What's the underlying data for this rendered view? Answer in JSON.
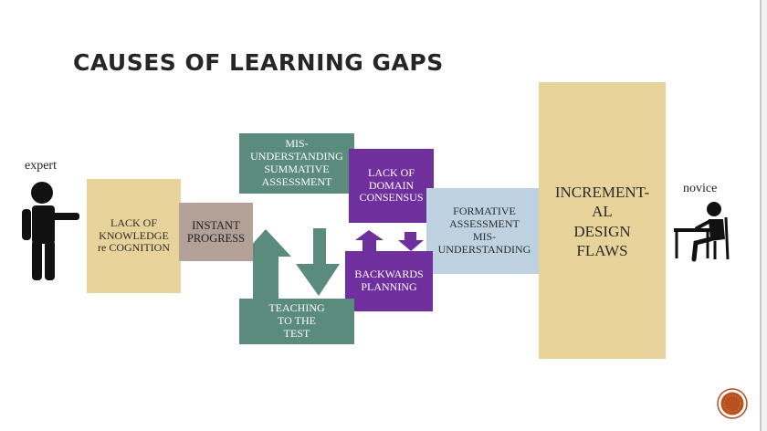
{
  "slide": {
    "title": "CAUSES OF LEARNING GAPS"
  },
  "figures": {
    "expert_label": "expert",
    "novice_label": "novice"
  },
  "boxes": {
    "lack_knowledge": [
      "LACK OF",
      "KNOWLEDGE",
      "re COGNITION"
    ],
    "instant_progress": [
      "INSTANT",
      "PROGRESS"
    ],
    "mis_summative": [
      "MIS-",
      "UNDERSTANDING",
      "SUMMATIVE",
      "ASSESSMENT"
    ],
    "lack_domain": [
      "LACK OF",
      "DOMAIN",
      "CONSENSUS"
    ],
    "formative": [
      "FORMATIVE",
      "ASSESSMENT",
      "MIS-",
      "UNDERSTANDING"
    ],
    "backwards": [
      "BACKWARDS",
      "PLANNING"
    ],
    "teaching": [
      "TEACHING",
      "TO THE",
      "TEST"
    ],
    "incremental": [
      "INCREMENT-",
      "AL",
      "DESIGN",
      "FLAWS"
    ]
  },
  "colors": {
    "tan": "#e8d49a",
    "teal": "#5a8b7c",
    "purple": "#6f2f9d",
    "mauve": "#b3a097",
    "light_blue": "#bed2e1",
    "nav_button": "#b8501f"
  },
  "icons": {
    "expert": "standing-person-pointing-icon",
    "novice": "person-at-desk-icon",
    "nav": "round-slide-nav-button"
  }
}
